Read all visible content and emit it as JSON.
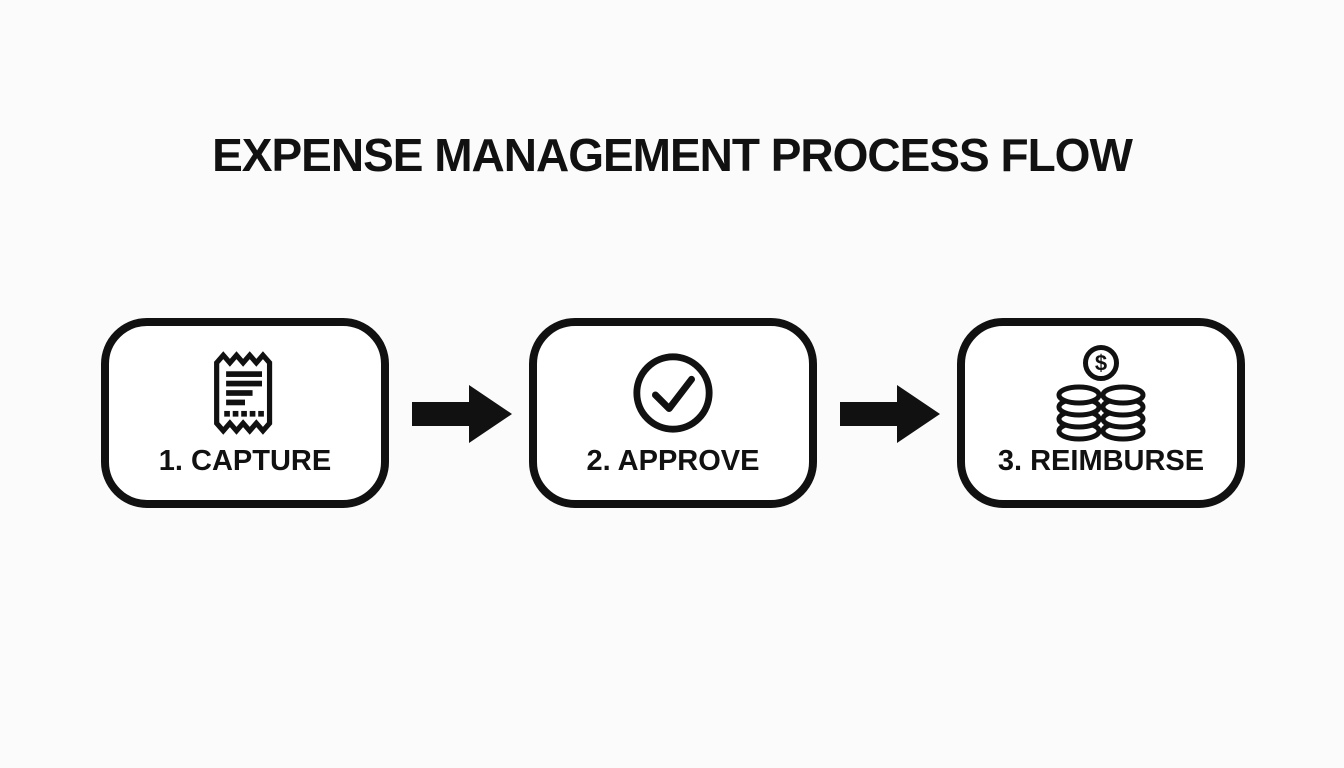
{
  "title": "EXPENSE MANAGEMENT PROCESS FLOW",
  "colors": {
    "background": "#fbfbfb",
    "ink": "#111111",
    "box_fill": "#ffffff"
  },
  "steps": [
    {
      "label": "1. CAPTURE",
      "icon": "receipt-icon"
    },
    {
      "label": "2. APPROVE",
      "icon": "check-circle-icon"
    },
    {
      "label": "3. REIMBURSE",
      "icon": "coins-icon"
    }
  ],
  "connectors": [
    {
      "icon": "arrow-right-icon"
    },
    {
      "icon": "arrow-right-icon"
    }
  ],
  "coin_symbol": "$"
}
